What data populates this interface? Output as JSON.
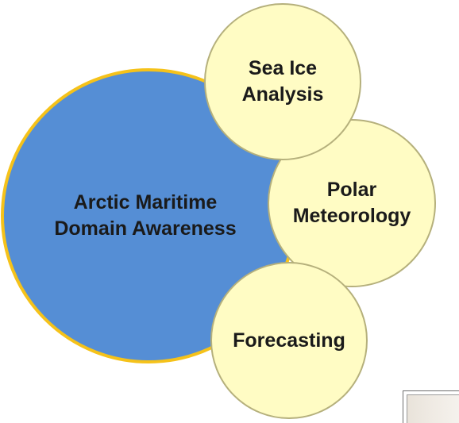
{
  "diagram": {
    "main": {
      "lines": [
        "Arctic Maritime",
        "Domain Awareness"
      ],
      "fill": "#558ed5",
      "border": "#f5c21a"
    },
    "nodes": [
      {
        "lines": [
          "Sea Ice",
          "Analysis"
        ]
      },
      {
        "lines": [
          "Polar",
          "Meteorology"
        ]
      },
      {
        "lines": [
          "Forecasting"
        ]
      }
    ],
    "node_fill": "#fffcc4",
    "node_border": "#b5b07c"
  }
}
